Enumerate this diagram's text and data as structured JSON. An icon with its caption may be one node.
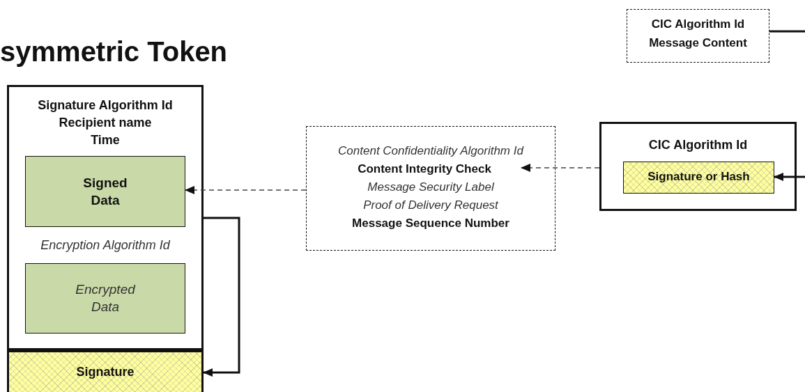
{
  "diagram": {
    "title": "symmetric Token",
    "nodes": [
      {
        "text": [
          "Signature Algorithm Id",
          "Recipient name",
          "Time",
          "Encryption Algorithm Id"
        ]
      },
      {
        "text": [
          "Signed Data"
        ],
        "in": 0
      },
      {
        "text": [
          "Encrypted Data"
        ],
        "in": 0
      },
      {
        "text": [
          "Signature"
        ]
      },
      {
        "text": [
          "Content Confidentiality Algorithm Id",
          "Content Integrity Check",
          "Message Security Label",
          "Proof of Delivery Request",
          "Message Sequence Number"
        ]
      },
      {
        "text": [
          "CIC Algorithm Id",
          "Message Content"
        ]
      },
      {
        "text": [
          "CIC Algorithm Id"
        ]
      },
      {
        "text": [
          "Signature or Hash"
        ],
        "in": 6
      }
    ],
    "edges": [
      {
        "from": 4,
        "to": 1,
        "arrow": "to",
        "style": "dashed"
      },
      {
        "from": 0,
        "to": 3,
        "arrow": "to"
      },
      {
        "from": 6,
        "to": 4,
        "arrow": "to",
        "style": "dashed"
      },
      {
        "from": 5,
        "to": null,
        "arrow": "none"
      },
      {
        "from": null,
        "to": 7,
        "arrow": "to"
      }
    ]
  }
}
